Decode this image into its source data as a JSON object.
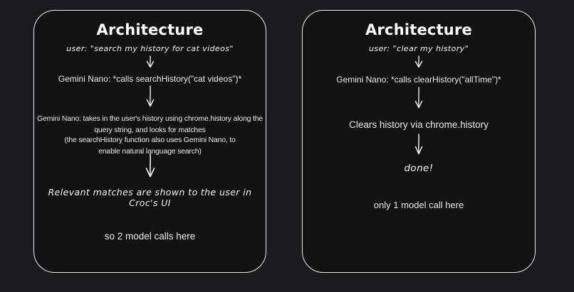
{
  "colors": {
    "page_background": "#1b1b1d",
    "panel_background": "#121213",
    "panel_border": "#ececec",
    "text": "#ededed",
    "title_text": "#ffffff"
  },
  "icons": {
    "arrow_down": "↓"
  },
  "left_panel": {
    "title": "Architecture",
    "user_query": "user: \"search my history for cat videos\"",
    "model_call": "Gemini Nano: *calls searchHistory(\"cat videos\")*",
    "process_description": "Gemini Nano: takes in the user's history using chrome.history along the query string, and looks for matches",
    "process_note": "(the searchHistory function also uses Gemini Nano, to enable natural language search)",
    "result": "Relevant matches are shown to the user in Croc's UI",
    "summary": "so 2 model calls here"
  },
  "right_panel": {
    "title": "Architecture",
    "user_query": "user: \"clear my history\"",
    "model_call": "Gemini Nano: *calls clearHistory(\"allTime\")*",
    "action": "Clears history via chrome.history",
    "result": "done!",
    "summary": "only 1 model call here"
  }
}
